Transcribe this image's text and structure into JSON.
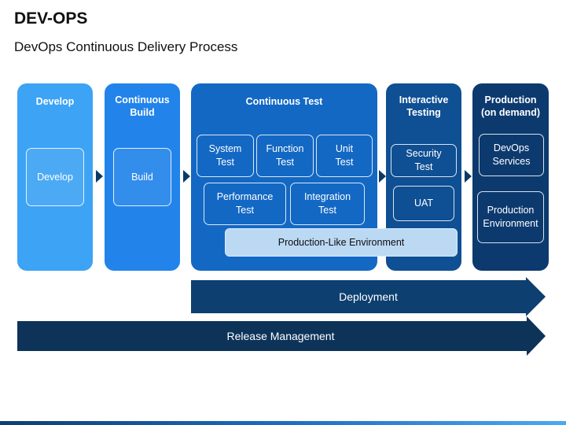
{
  "title": "DEV-OPS",
  "subtitle": "DevOps Continuous Delivery Process",
  "stages": {
    "develop": {
      "title": "Develop",
      "box": "Develop",
      "color": "#3da3f5"
    },
    "build": {
      "title_lines": [
        "Continuous",
        "Build"
      ],
      "box": "Build",
      "color": "#2284ea"
    },
    "test": {
      "title": "Continuous Test",
      "color": "#1368c4",
      "boxes": {
        "system": [
          "System",
          "Test"
        ],
        "function": [
          "Function",
          "Test"
        ],
        "unit": [
          "Unit",
          "Test"
        ],
        "performance": [
          "Performance",
          "Test"
        ],
        "integration": [
          "Integration",
          "Test"
        ]
      }
    },
    "interactive": {
      "title_lines": [
        "Interactive",
        "Testing"
      ],
      "color": "#0f4f93",
      "boxes": {
        "security": [
          "Security",
          "Test"
        ],
        "uat": "UAT"
      }
    },
    "production": {
      "title_lines": [
        "Production",
        "(on demand)"
      ],
      "color": "#0c3a6f",
      "boxes": {
        "services": [
          "DevOps",
          "Services"
        ],
        "environment": [
          "Production",
          "Environment"
        ]
      }
    }
  },
  "production_like_environment": "Production-Like Environment",
  "bands": {
    "deployment": {
      "label": "Deployment",
      "color": "#0d3f70"
    },
    "release": {
      "label": "Release Management",
      "color": "#0d3359"
    }
  }
}
